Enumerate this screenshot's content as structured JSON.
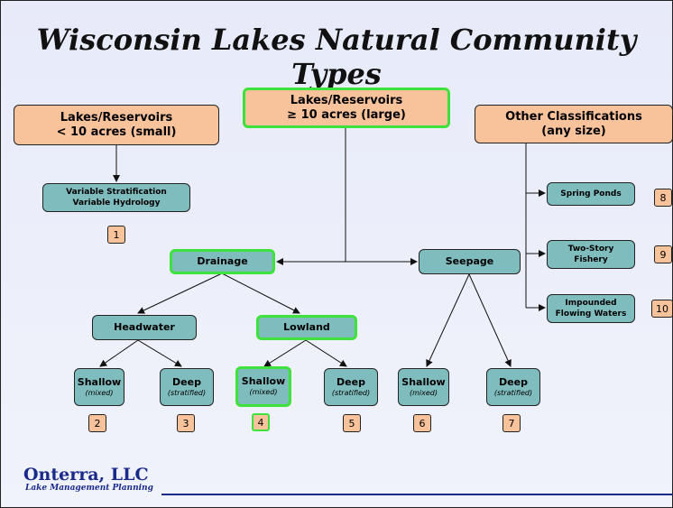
{
  "title": "Wisconsin Lakes Natural Community Types",
  "top_nodes": {
    "small": {
      "line1": "Lakes/Reservoirs",
      "line2": "< 10 acres (small)"
    },
    "large": {
      "line1": "Lakes/Reservoirs",
      "line2": "≥ 10 acres (large)"
    },
    "other": {
      "line1": "Other Classifications",
      "line2": "(any size)"
    }
  },
  "variable": {
    "line1": "Variable Stratification",
    "line2": "Variable Hydrology"
  },
  "drainage": "Drainage",
  "seepage": "Seepage",
  "headwater": "Headwater",
  "lowland": "Lowland",
  "leaves": {
    "shallow": "Shallow",
    "deep": "Deep",
    "mixed": "(mixed)",
    "stratified": "(stratified)"
  },
  "other_items": {
    "spring_ponds": "Spring Ponds",
    "two_story_1": "Two-Story",
    "two_story_2": "Fishery",
    "impounded_1": "Impounded",
    "impounded_2": "Flowing Waters"
  },
  "numbers": [
    "1",
    "2",
    "3",
    "4",
    "5",
    "6",
    "7",
    "8",
    "9",
    "10"
  ],
  "brand": {
    "name": "Onterra, LLC",
    "tagline": "Lake Management Planning"
  },
  "colors": {
    "orange": "#f8c29b",
    "teal": "#7fbcbe",
    "highlight": "#3de23d",
    "brand": "#1a2a8a"
  }
}
